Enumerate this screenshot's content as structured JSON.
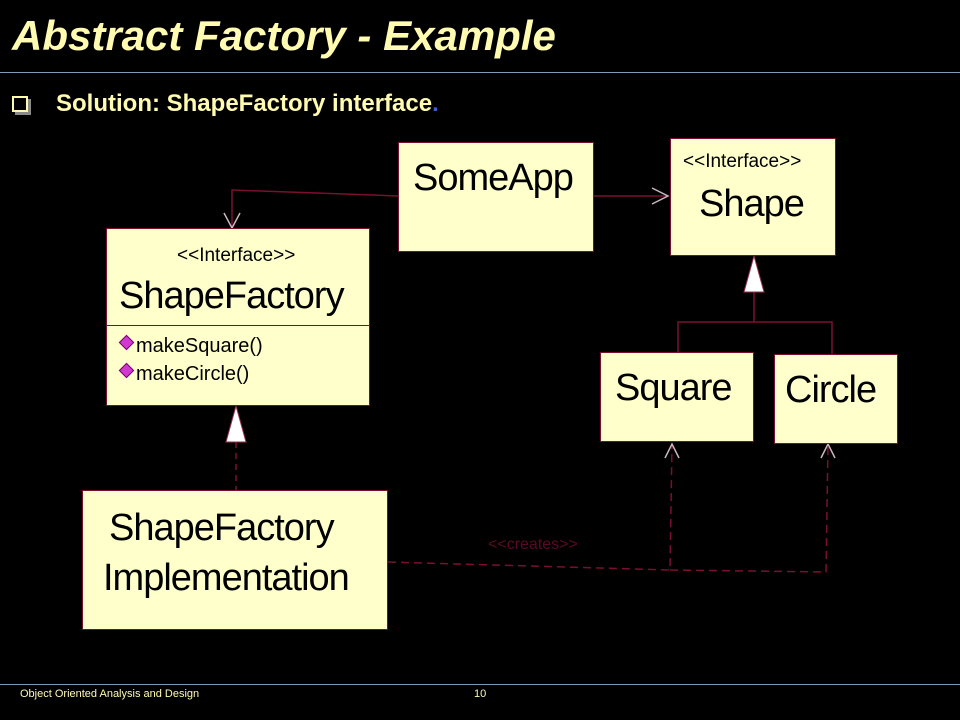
{
  "slide": {
    "title": "Abstract Factory  - Example",
    "bullet": "Solution: ShapeFactory interface",
    "bullet_end": "."
  },
  "diagram": {
    "someapp": {
      "name": "SomeApp"
    },
    "shape": {
      "stereotype": "<<Interface>>",
      "name": "Shape"
    },
    "shapefactory": {
      "stereotype": "<<Interface>>",
      "name": "ShapeFactory",
      "operations": [
        "makeSquare()",
        "makeCircle()"
      ]
    },
    "square": {
      "name": "Square"
    },
    "circle": {
      "name": "Circle"
    },
    "impl": {
      "line1": "ShapeFactory",
      "line2": "Implementation"
    },
    "creates_label": "<<creates>>"
  },
  "footer": {
    "course": "Object Oriented Analysis and Design",
    "page": "10"
  },
  "colors": {
    "title": "#fffbb0",
    "box_fill": "#ffffcc",
    "line": "#7a1030",
    "bullet_dot": "#3b5bd8"
  }
}
